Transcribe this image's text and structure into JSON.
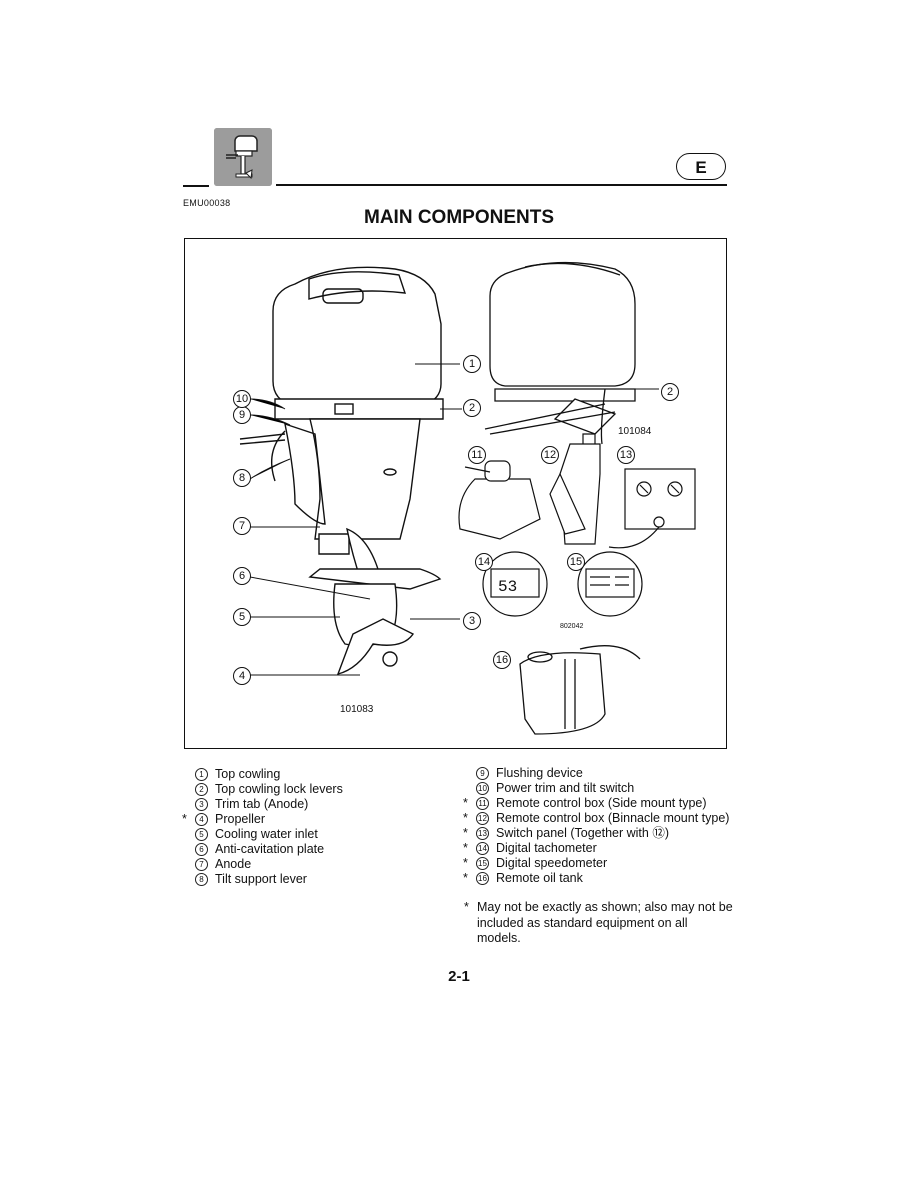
{
  "header": {
    "language_badge": "E",
    "doc_code": "EMU00038"
  },
  "title": "MAIN COMPONENTS",
  "figure": {
    "figure_numbers": [
      "101083",
      "101084",
      "802042"
    ],
    "callouts": [
      "1",
      "2",
      "3",
      "4",
      "5",
      "6",
      "7",
      "8",
      "9",
      "10",
      "11",
      "12",
      "13",
      "14",
      "15",
      "16"
    ],
    "tachometer_reading": "53"
  },
  "components_left": [
    {
      "num": "1",
      "label": "Top cowling",
      "optional": ""
    },
    {
      "num": "2",
      "label": "Top cowling lock levers",
      "optional": ""
    },
    {
      "num": "3",
      "label": "Trim tab (Anode)",
      "optional": ""
    },
    {
      "num": "4",
      "label": "Propeller",
      "optional": "*"
    },
    {
      "num": "5",
      "label": "Cooling water inlet",
      "optional": ""
    },
    {
      "num": "6",
      "label": "Anti-cavitation plate",
      "optional": ""
    },
    {
      "num": "7",
      "label": "Anode",
      "optional": ""
    },
    {
      "num": "8",
      "label": "Tilt support lever",
      "optional": ""
    }
  ],
  "components_right": [
    {
      "num": "9",
      "label": "Flushing device",
      "optional": ""
    },
    {
      "num": "10",
      "label": "Power trim and tilt switch",
      "optional": ""
    },
    {
      "num": "11",
      "label": "Remote control box (Side mount type)",
      "optional": "*"
    },
    {
      "num": "12",
      "label": "Remote control box (Binnacle mount type)",
      "optional": "*"
    },
    {
      "num": "13",
      "label": "Switch panel (Together with ⑫)",
      "optional": "*"
    },
    {
      "num": "14",
      "label": "Digital tachometer",
      "optional": "*"
    },
    {
      "num": "15",
      "label": "Digital speedometer",
      "optional": "*"
    },
    {
      "num": "16",
      "label": "Remote oil tank",
      "optional": "*"
    }
  ],
  "note": {
    "marker": "*",
    "text": "May not be exactly as shown; also may not be included as standard equipment on all models."
  },
  "page_number": "2-1"
}
